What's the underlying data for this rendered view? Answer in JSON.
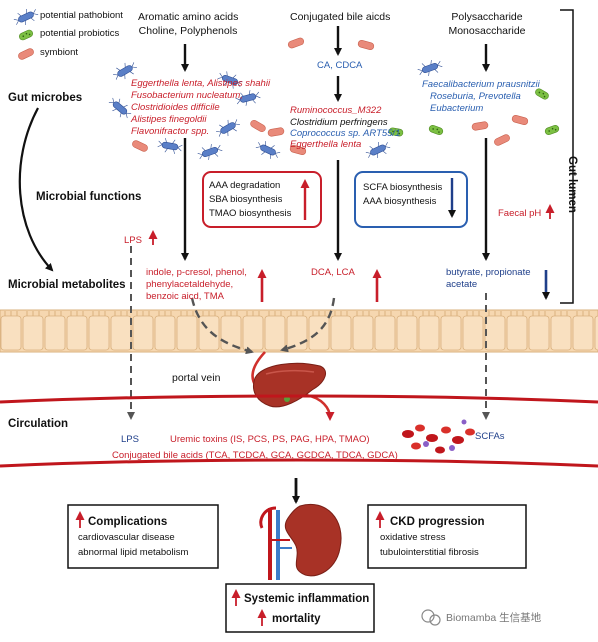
{
  "legend": {
    "pathobiont": "potential pathobiont",
    "probiotics": "potential probiotics",
    "symbiont": "symbiont"
  },
  "left_labels": {
    "gut_microbes": "Gut microbes",
    "microbial_functions": "Microbial functions",
    "microbial_metabolites": "Microbial metabolites",
    "circulation": "Circulation"
  },
  "gut_lumen": "Gut lumen",
  "columns": {
    "col1": {
      "header": [
        "Aromatic amino acids",
        "Choline, Polyphenols"
      ],
      "species": [
        "Eggerthella lenta, Alistipes shahii",
        "Fusobacterium nucleatum,",
        "Clostridioides difficile",
        "Alistipes finegoldii",
        "Flavonifractor spp."
      ],
      "metabolites": [
        "indole, p-cresol, phenol,",
        "phenylacetaldehyde,",
        "benzoic aicd, TMA"
      ]
    },
    "col2": {
      "header": "Conjugated bile aicds",
      "intermediate": "CA, CDCA",
      "species_red": "Ruminococcus_M322",
      "species_black": "Clostridium perfringens",
      "species_blue": "Coprococcus sp. ART55/1",
      "species_red2": "Eggerthella lenta",
      "metabolites": "DCA, LCA"
    },
    "col3": {
      "header": [
        "Polysaccharide",
        "Monosaccharide"
      ],
      "species": [
        "Faecalibacterium prausnitzii",
        "Roseburia, Prevotella",
        "Eubacterium"
      ],
      "metabolites": [
        "butyrate, propionate",
        "acetate"
      ]
    }
  },
  "function_box_up": [
    "AAA degradation",
    "SBA biosynthesis",
    "TMAO biosynthesis"
  ],
  "function_box_down": [
    "SCFA biosynthesis",
    "AAA biosynthesis"
  ],
  "lps": "LPS",
  "faecal_ph": "Faecal pH",
  "portal_vein": "portal vein",
  "circulation_lps": "LPS",
  "uremic_toxins": "Uremic toxins (IS, PCS, PS, PAG, HPA, TMAO)",
  "conjugated_bile": "Conjugated bile acids (TCA, TCDCA, GCA, GCDCA, TDCA, GDCA)",
  "scfas": "SCFAs",
  "complications": {
    "title": "Complications",
    "items": [
      "cardiovascular disease",
      "abnormal lipid metabolism"
    ]
  },
  "ckd": {
    "title": "CKD progression",
    "items": [
      "oxidative stress",
      "tubulointerstitial fibrosis"
    ]
  },
  "outcomes": [
    "Systemic inflammation",
    "mortality"
  ],
  "watermark": "Biomamba 生信基地",
  "colors": {
    "red": "#c81e2a",
    "blue": "#2a5fb0",
    "epithelium": "#f6d7b0",
    "vessel": "#c0161c"
  }
}
